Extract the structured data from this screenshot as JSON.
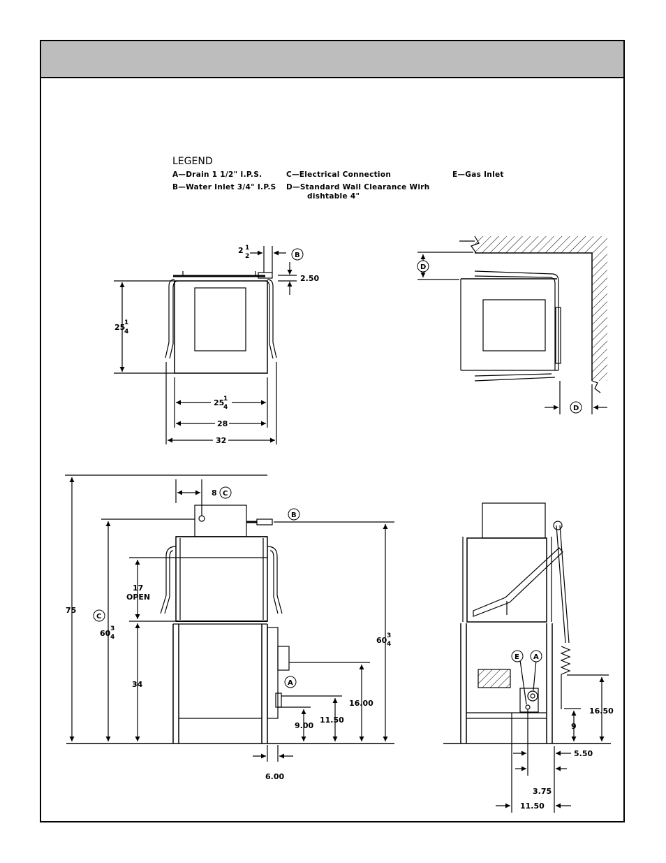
{
  "legend": {
    "title": "LEGEND",
    "a": "A—Drain 1 1/2\" I.P.S.",
    "b": "B—Water Inlet 3/4\" I.P.S",
    "c": "C—Electrical Connection",
    "d1": "D—Standard Wall Clearance Wirh",
    "d2": "dishtable 4\"",
    "e": "E—Gas Inlet"
  },
  "callouts": {
    "a": "A",
    "b": "B",
    "c": "C",
    "d": "D",
    "e": "E"
  },
  "top_view": {
    "dim_2_half_whole": "2",
    "dim_2_half_num": "1",
    "dim_2_half_den": "2",
    "dim_250": "2.50",
    "dim_depth_whole": "25",
    "dim_depth_num": "1",
    "dim_depth_den": "4",
    "dim_width_whole": "25",
    "dim_width_num": "1",
    "dim_width_den": "4",
    "dim_28": "28",
    "dim_32": "32"
  },
  "front_view": {
    "dim_8": "8",
    "dim_75": "75",
    "dim_60_whole": "60",
    "dim_60_num": "3",
    "dim_60_den": "4",
    "dim_17": "17",
    "dim_open": "OPEN",
    "dim_34": "34",
    "dim_1600": "16.00",
    "dim_1150": "11.50",
    "dim_900": "9.00",
    "dim_600": "6.00"
  },
  "side_view": {
    "dim_1650": "16.50",
    "dim_9": "9",
    "dim_550": "5.50",
    "dim_375": "3.75",
    "dim_1150": "11.50"
  }
}
